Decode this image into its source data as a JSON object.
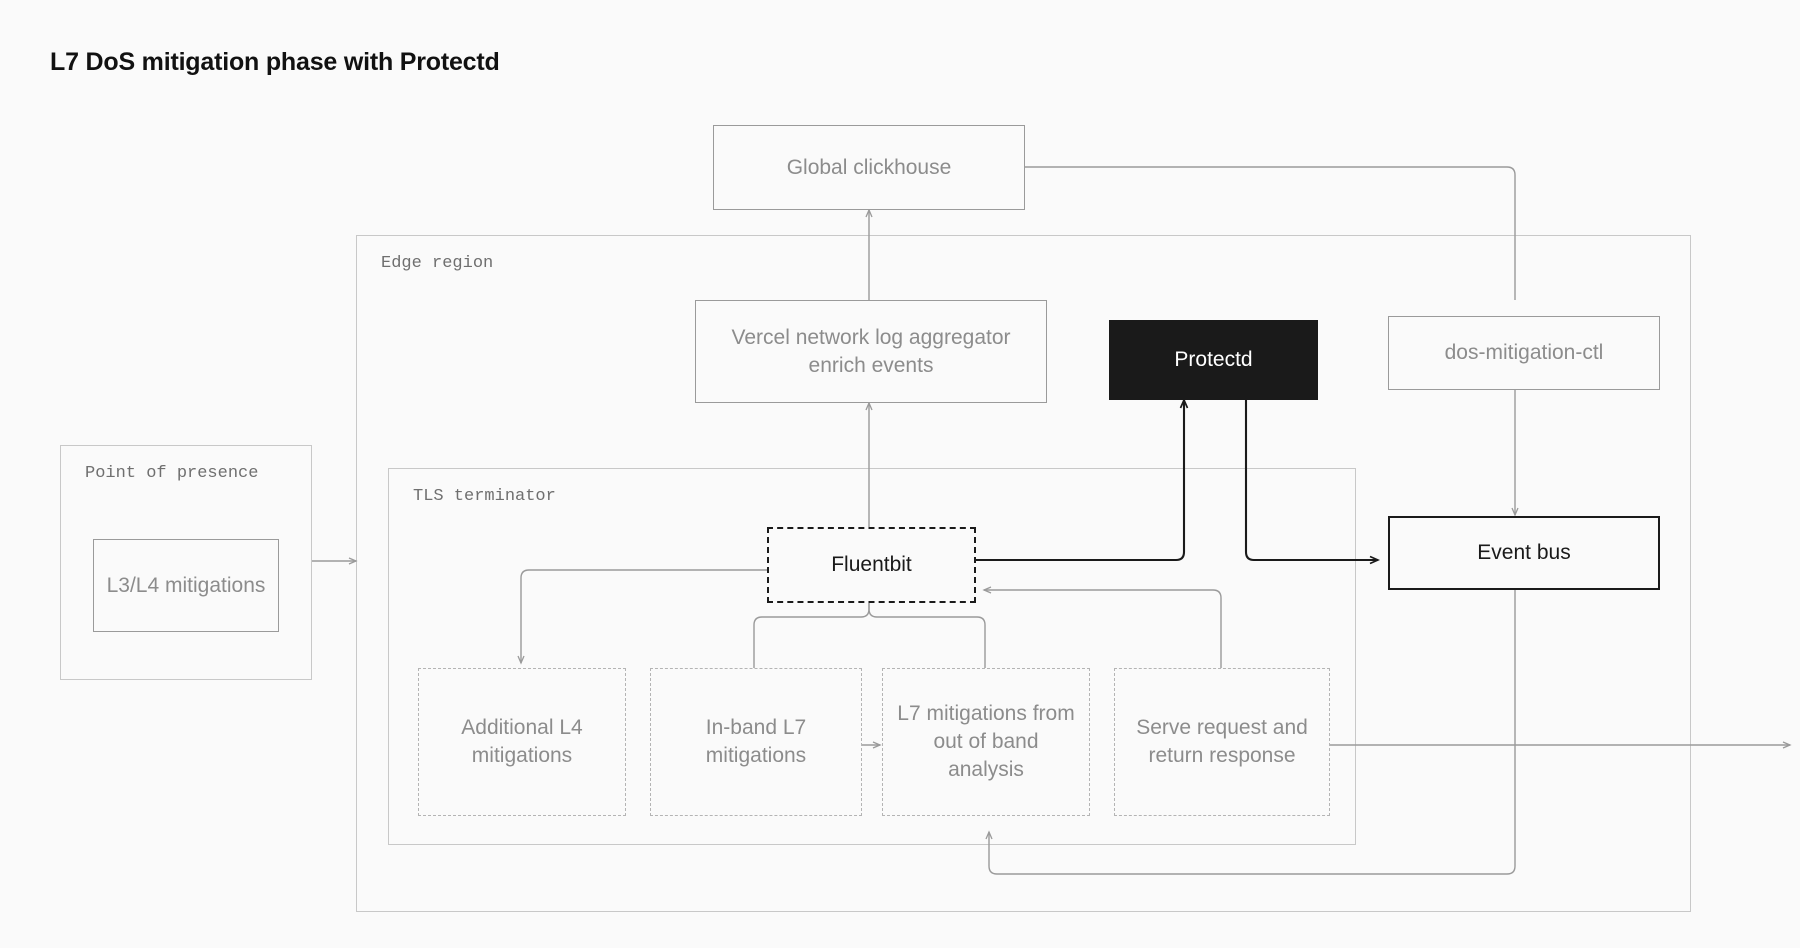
{
  "title": "L7 DoS mitigation phase with Protectd",
  "colors": {
    "background": "#fafafa",
    "edge_gray": "#9a9a9a",
    "edge_dark": "#1a1a1a",
    "text_gray": "#8c8c8c",
    "text_dark": "#111111",
    "node_dark_fill": "#1a1a1a",
    "node_dark_text": "#ffffff"
  },
  "groups": [
    {
      "id": "pop",
      "label": "Point of presence"
    },
    {
      "id": "edge",
      "label": "Edge region"
    },
    {
      "id": "tls",
      "label": "TLS terminator"
    }
  ],
  "nodes": [
    {
      "id": "global_clickhouse",
      "label": "Global clickhouse",
      "style": "solid-gray"
    },
    {
      "id": "l3l4",
      "label": "L3/L4 mitigations",
      "style": "solid-gray"
    },
    {
      "id": "vercel_agg",
      "label": "Vercel network log aggregator enrich events",
      "style": "solid-gray"
    },
    {
      "id": "protectd",
      "label": "Protectd",
      "style": "dark-fill"
    },
    {
      "id": "dos_ctl",
      "label": "dos-mitigation-ctl",
      "style": "solid-gray"
    },
    {
      "id": "fluentbit",
      "label": "Fluentbit",
      "style": "dashed-dark"
    },
    {
      "id": "event_bus",
      "label": "Event bus",
      "style": "solid-dark"
    },
    {
      "id": "additional_l4",
      "label": "Additional L4 mitigations",
      "style": "dashed-gray"
    },
    {
      "id": "inband_l7",
      "label": "In-band L7 mitigations",
      "style": "dashed-gray"
    },
    {
      "id": "oob_l7",
      "label": "L7 mitigations from out of band analysis",
      "style": "dashed-gray"
    },
    {
      "id": "serve_request",
      "label": "Serve request and return response",
      "style": "dashed-gray"
    }
  ],
  "edges": [
    {
      "from": "l3l4",
      "to": "tls",
      "color": "gray"
    },
    {
      "from": "vercel_agg",
      "to": "global_clickhouse",
      "color": "gray"
    },
    {
      "from": "fluentbit",
      "to": "vercel_agg",
      "color": "gray"
    },
    {
      "from": "fluentbit",
      "to": "additional_l4",
      "color": "gray"
    },
    {
      "from": "inband_l7",
      "to": "fluentbit",
      "color": "gray"
    },
    {
      "from": "oob_l7",
      "to": "fluentbit",
      "color": "gray"
    },
    {
      "from": "serve_request",
      "to": "fluentbit",
      "color": "gray"
    },
    {
      "from": "inband_l7",
      "to": "oob_l7",
      "color": "gray"
    },
    {
      "from": "fluentbit",
      "to": "protectd",
      "color": "dark"
    },
    {
      "from": "protectd",
      "to": "event_bus",
      "color": "dark"
    },
    {
      "from": "global_clickhouse",
      "to": "dos_ctl",
      "color": "gray"
    },
    {
      "from": "dos_ctl",
      "to": "event_bus",
      "color": "gray"
    },
    {
      "from": "event_bus",
      "to": "oob_l7",
      "color": "gray"
    },
    {
      "from": "serve_request",
      "to": "client_out",
      "color": "gray"
    }
  ]
}
